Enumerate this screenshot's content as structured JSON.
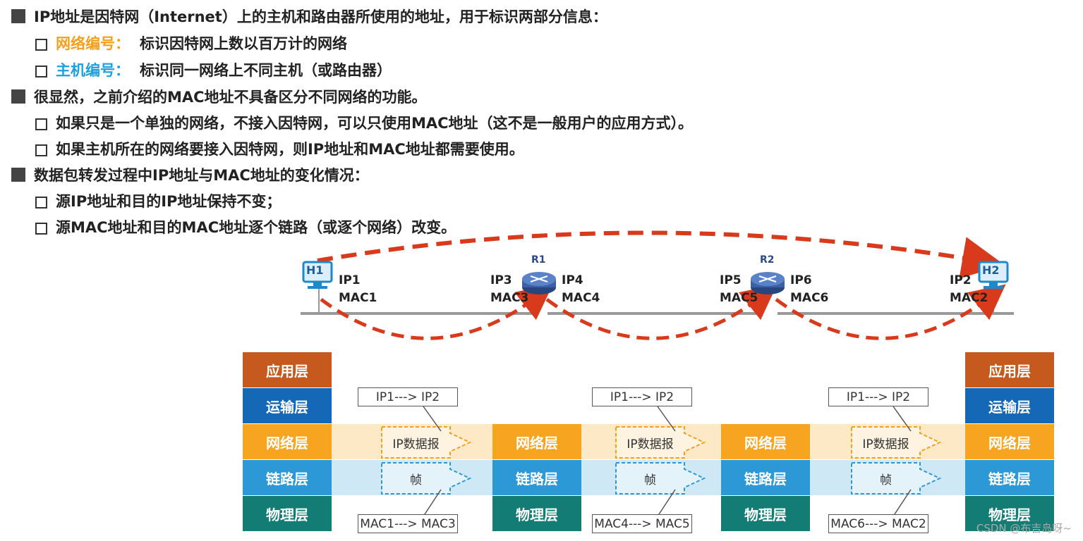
{
  "bullets": [
    {
      "type": "main",
      "text": "IP地址是因特网（Internet）上的主机和路由器所使用的地址，用于标识两部分信息："
    },
    {
      "type": "sub",
      "keyword": "网络编号：",
      "keyword_color": "#f5a01a",
      "text": "标识因特网上数以百万计的网络"
    },
    {
      "type": "sub",
      "keyword": "主机编号：",
      "keyword_color": "#1ea0dc",
      "text": "标识同一网络上不同主机（或路由器）"
    },
    {
      "type": "main",
      "text": "很显然，之前介绍的MAC地址不具备区分不同网络的功能。"
    },
    {
      "type": "sub",
      "keyword": "",
      "text": "如果只是一个单独的网络，不接入因特网，可以只使用MAC地址（这不是一般用户的应用方式）。"
    },
    {
      "type": "sub",
      "keyword": "",
      "text": "如果主机所在的网络要接入因特网，则IP地址和MAC地址都需要使用。"
    },
    {
      "type": "main",
      "text": "数据包转发过程中IP地址与MAC地址的变化情况："
    },
    {
      "type": "sub",
      "keyword": "",
      "text": "源IP地址和目的IP地址保持不变；"
    },
    {
      "type": "sub",
      "keyword": "",
      "text": "源MAC地址和目的MAC地址逐个链路（或逐个网络）改变。"
    }
  ],
  "network": {
    "h1": {
      "badge": "H1",
      "ip": "IP1",
      "mac": "MAC1"
    },
    "h2": {
      "badge": "H2",
      "ip": "IP2",
      "mac": "MAC2"
    },
    "r1": {
      "name": "R1",
      "ip_left": "IP3",
      "mac_left": "MAC3",
      "ip_right": "IP4",
      "mac_right": "MAC4"
    },
    "r2": {
      "name": "R2",
      "ip_left": "IP5",
      "mac_left": "MAC5",
      "ip_right": "IP6",
      "mac_right": "MAC6"
    }
  },
  "layers": {
    "app": "应用层",
    "transport": "运输层",
    "network": "网络层",
    "link": "链路层",
    "physical": "物理层"
  },
  "hops": [
    {
      "ip_callout": "IP1---> IP2",
      "packet": "IP数据报",
      "frame": "帧",
      "mac_callout": "MAC1---> MAC3"
    },
    {
      "ip_callout": "IP1---> IP2",
      "packet": "IP数据报",
      "frame": "帧",
      "mac_callout": "MAC4---> MAC5"
    },
    {
      "ip_callout": "IP1---> IP2",
      "packet": "IP数据报",
      "frame": "帧",
      "mac_callout": "MAC6---> MAC2"
    }
  ],
  "watermark": "CSDN @布吉岛呀~",
  "colors": {
    "dashed_arrow": "#d93a1b",
    "app": "#c65a1e",
    "transport": "#1468b5",
    "network": "#f7a521",
    "link": "#2c99d6",
    "physical": "#137d75"
  }
}
